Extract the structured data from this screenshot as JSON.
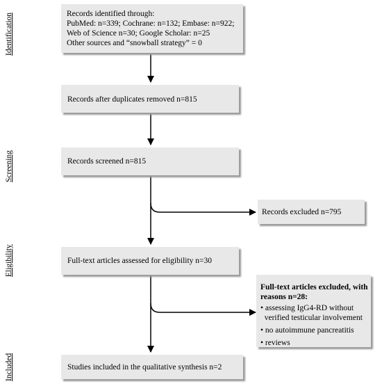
{
  "stages": {
    "identification": "Identification",
    "screening": "Screening",
    "eligibility": "Eligibility",
    "included": "Included"
  },
  "boxes": {
    "identified": {
      "lines": [
        "Records identified through:",
        "PubMed: n=339; Cochrane: n=132;  Embase: n=922;",
        "Web of Science n=30; Google Scholar: n=25",
        "Other sources and “snowball strategy” = 0"
      ]
    },
    "duplicates_removed": {
      "text": "Records after duplicates removed n=815"
    },
    "screened": {
      "text": "Records screened n=815"
    },
    "excluded": {
      "text": "Records excluded n=795"
    },
    "fulltext_assessed": {
      "text": "Full-text articles assessed for eligibility n=30"
    },
    "fulltext_excluded": {
      "heading_line1": "Full-text articles excluded, with",
      "heading_line2": "reasons n=28:",
      "reasons": [
        "• assessing IgG4-RD without",
        "  verified testicular involvement",
        "• no autoimmune pancreatitis",
        "• reviews"
      ]
    },
    "included": {
      "text": "Studies included in the qualitative synthesis n=2"
    }
  }
}
